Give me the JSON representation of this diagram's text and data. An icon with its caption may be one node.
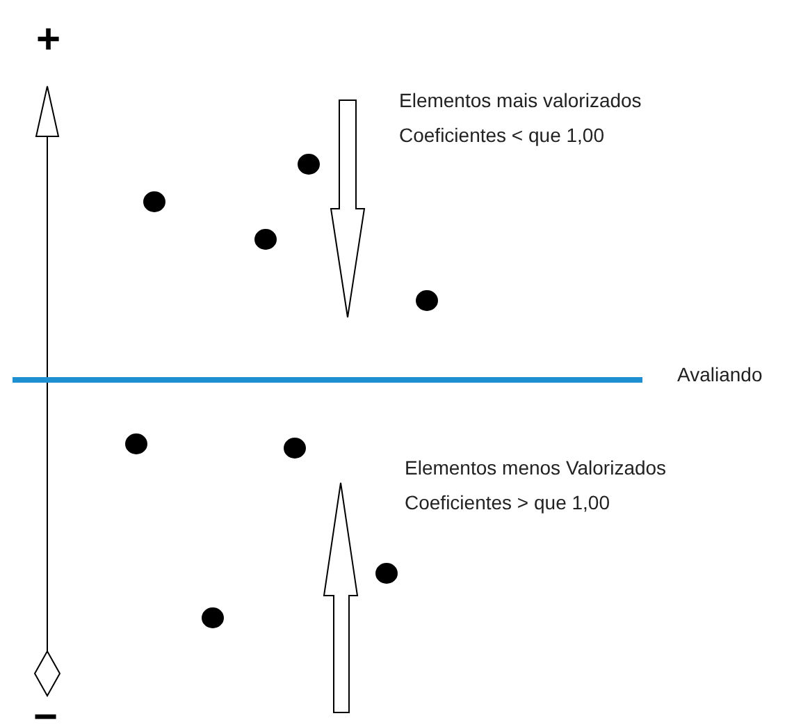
{
  "diagram": {
    "labels": [
      "+",
      "Elementos mais valorizados",
      "Coeficientes < que 1,00",
      "Avaliando",
      "Elementos menos Valorizados",
      "Coeficientes > que 1,00",
      "−"
    ]
  }
}
